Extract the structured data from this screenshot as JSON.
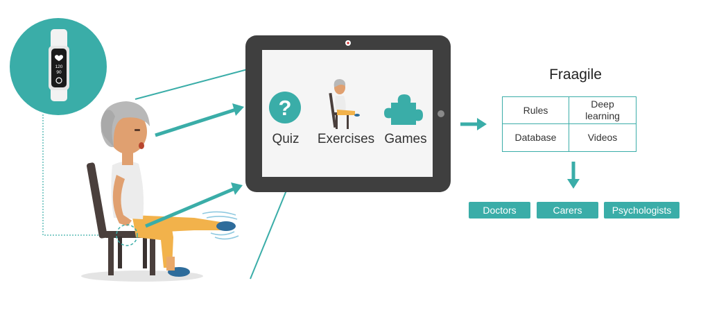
{
  "band": {
    "heart_rate": "120",
    "spo2": "90"
  },
  "tablet": {
    "items": [
      {
        "label": "Quiz",
        "icon": "question-mark-icon"
      },
      {
        "label": "Exercises",
        "icon": "seated-exercise-icon"
      },
      {
        "label": "Games",
        "icon": "puzzle-piece-icon"
      }
    ]
  },
  "system": {
    "title": "Fraagile",
    "components": [
      "Rules",
      "Deep learning",
      "Database",
      "Videos"
    ]
  },
  "outcomes": [
    "Doctors",
    "Carers",
    "Psychologists"
  ],
  "colors": {
    "accent": "#3aada8",
    "tablet_frame": "#3f3f3f",
    "screen": "#f5f5f5",
    "chair": "#4a3f3c"
  }
}
